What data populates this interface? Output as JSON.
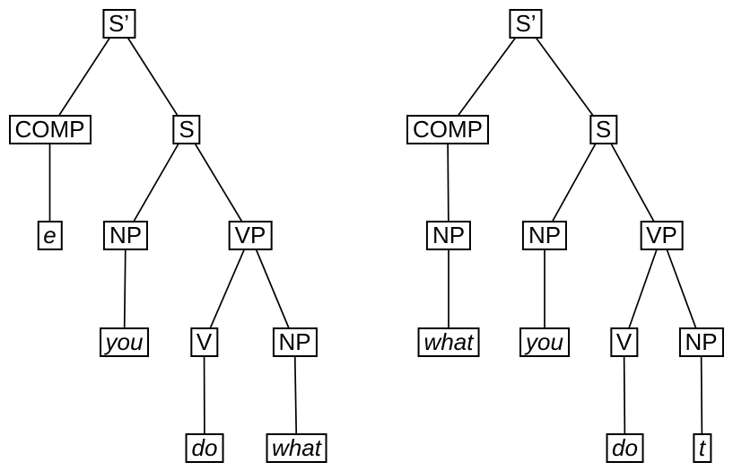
{
  "figure": {
    "kind": "syntax-tree-pair",
    "colors": {
      "background": "#ffffff",
      "line": "#000000",
      "box_border": "#000000",
      "box_fill": "#ffffff",
      "text": "#000000"
    }
  },
  "trees": [
    {
      "name": "left-tree",
      "root": {
        "label": "S’",
        "children": [
          {
            "label": "COMP",
            "children": [
              {
                "label": "e",
                "italic": true,
                "children": []
              }
            ]
          },
          {
            "label": "S",
            "children": [
              {
                "label": "NP",
                "children": [
                  {
                    "label": "you",
                    "italic": true,
                    "children": []
                  }
                ]
              },
              {
                "label": "VP",
                "children": [
                  {
                    "label": "V",
                    "children": [
                      {
                        "label": "do",
                        "italic": true,
                        "children": []
                      }
                    ]
                  },
                  {
                    "label": "NP",
                    "children": [
                      {
                        "label": "what",
                        "italic": true,
                        "children": []
                      }
                    ]
                  }
                ]
              }
            ]
          }
        ]
      }
    },
    {
      "name": "right-tree",
      "root": {
        "label": "S’",
        "children": [
          {
            "label": "COMP",
            "children": [
              {
                "label": "NP",
                "children": [
                  {
                    "label": "what",
                    "italic": true,
                    "children": []
                  }
                ]
              }
            ]
          },
          {
            "label": "S",
            "children": [
              {
                "label": "NP",
                "children": [
                  {
                    "label": "you",
                    "italic": true,
                    "children": []
                  }
                ]
              },
              {
                "label": "VP",
                "children": [
                  {
                    "label": "V",
                    "children": [
                      {
                        "label": "do",
                        "italic": true,
                        "children": []
                      }
                    ]
                  },
                  {
                    "label": "NP",
                    "children": [
                      {
                        "label": "t",
                        "italic": true,
                        "children": []
                      }
                    ]
                  }
                ]
              }
            ]
          }
        ]
      }
    }
  ]
}
